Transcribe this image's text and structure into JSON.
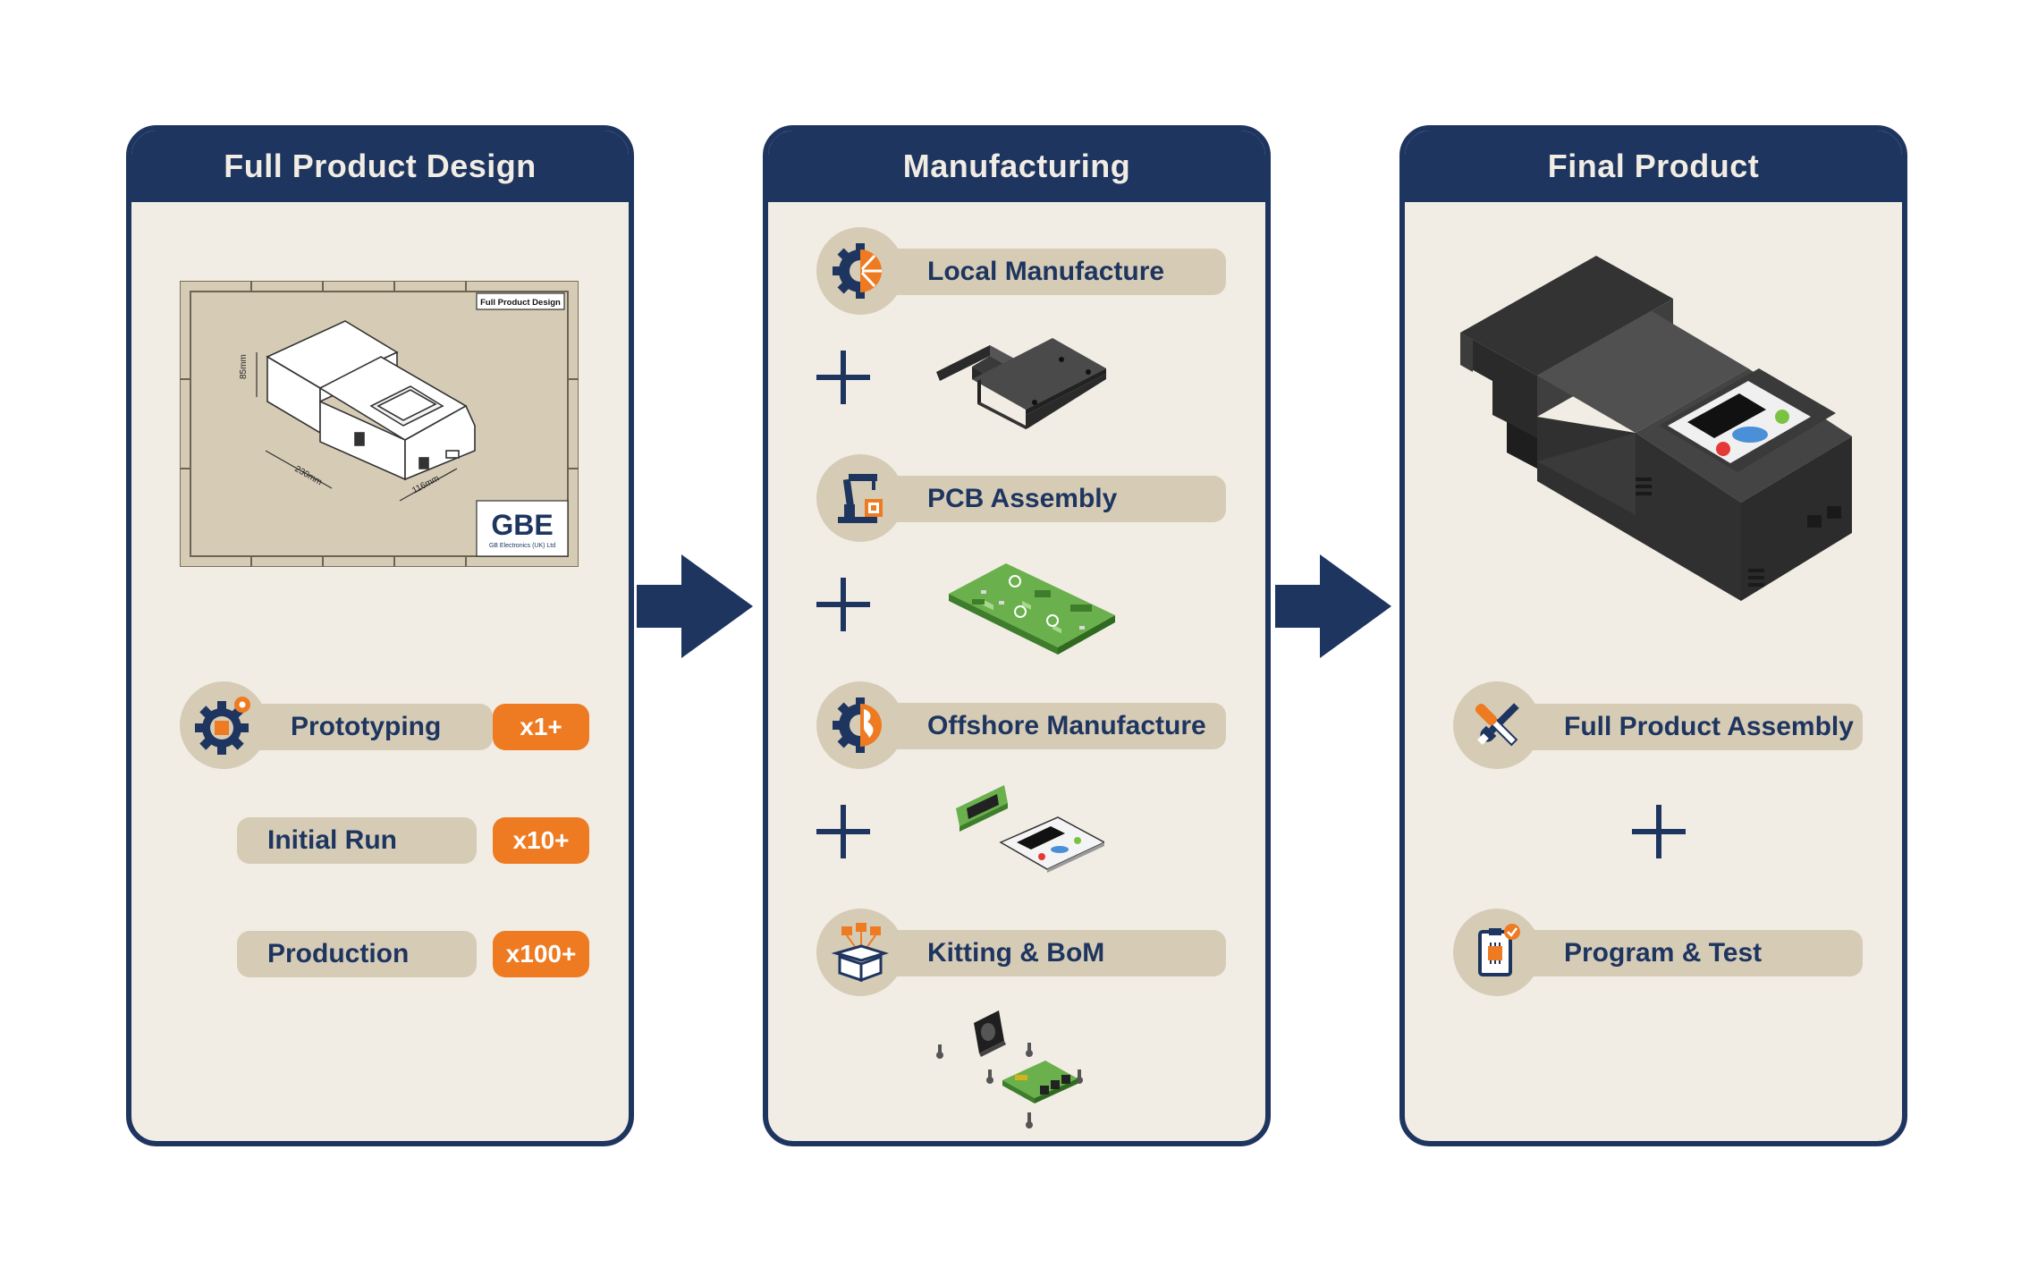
{
  "panels": {
    "design": {
      "title": "Full Product Design",
      "drawing": {
        "sheet_title": "Full Product Design",
        "dim_height": "85mm",
        "dim_length": "230mm",
        "dim_width": "116mm",
        "logo": "GBE",
        "company": "GB Electronics (UK) Ltd"
      },
      "rows": [
        {
          "label": "Prototyping",
          "qty": "x1+",
          "icon": "gear-chip-icon"
        },
        {
          "label": "Initial Run",
          "qty": "x10+"
        },
        {
          "label": "Production",
          "qty": "x100+"
        }
      ]
    },
    "manufacturing": {
      "title": "Manufacturing",
      "steps": [
        {
          "label": "Local Manufacture",
          "icon": "gear-uk-flag-icon"
        },
        {
          "label": "PCB Assembly",
          "icon": "robot-arm-icon"
        },
        {
          "label": "Offshore Manufacture",
          "icon": "gear-globe-icon"
        },
        {
          "label": "Kitting & BoM",
          "icon": "box-parts-icon"
        }
      ]
    },
    "final": {
      "title": "Final Product",
      "steps": [
        {
          "label": "Full Product Assembly",
          "icon": "tools-icon"
        },
        {
          "label": "Program & Test",
          "icon": "clipboard-chip-icon"
        }
      ]
    }
  },
  "colors": {
    "navy": "#1e3560",
    "panel_bg": "#f1ede4",
    "pill_bg": "#d6ccb6",
    "orange": "#ee7b22",
    "pcb_green": "#6ab04c"
  }
}
